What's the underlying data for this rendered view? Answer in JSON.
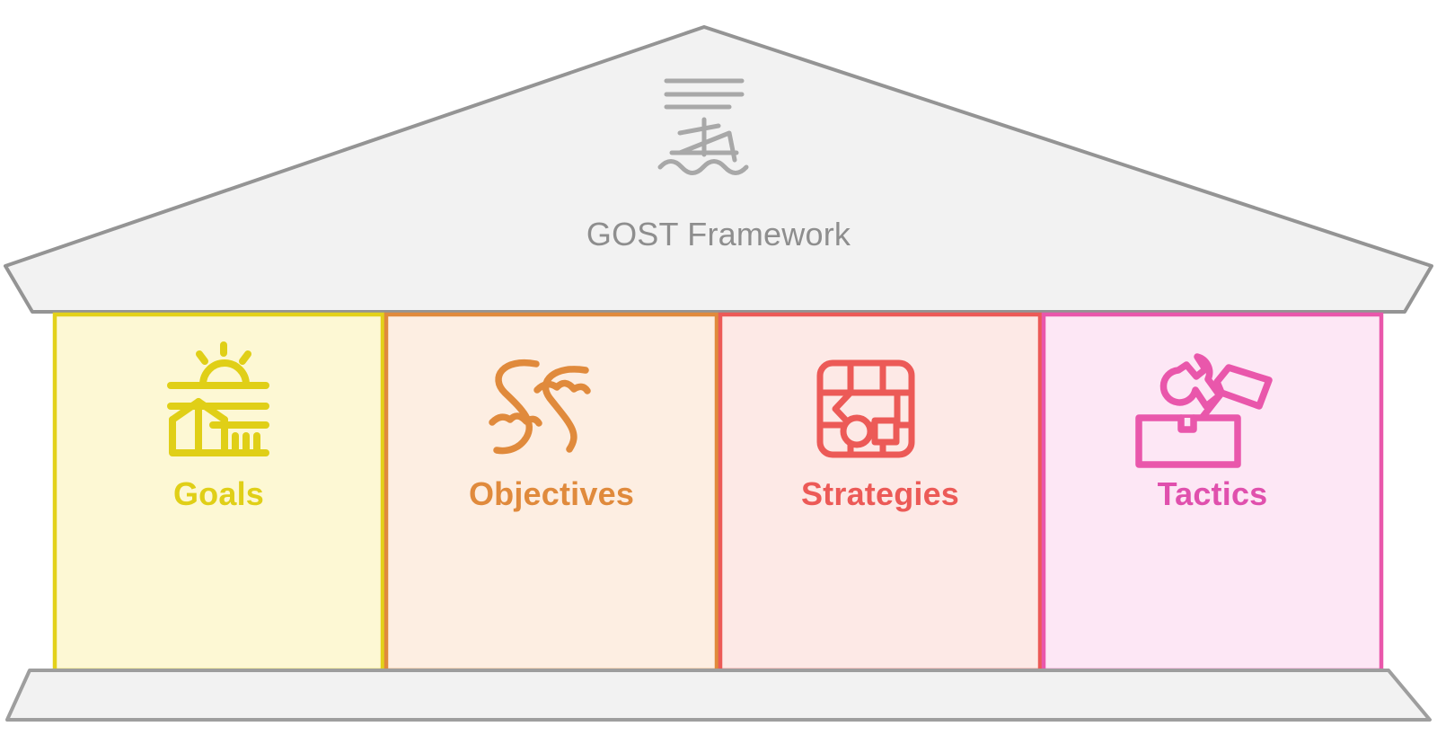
{
  "diagram": {
    "type": "temple-framework",
    "roof": {
      "icon": "sailboat-icon",
      "title": "GOST Framework",
      "fill": "#f2f2f2",
      "stroke": "#949494",
      "text_color": "#8e8e8e"
    },
    "base": {
      "fill": "#f2f2f2",
      "stroke": "#9e9e9e"
    },
    "pillars": [
      {
        "id": "goals",
        "label": "Goals",
        "icon": "sunrise-farm-icon",
        "fill": "#fdf8d4",
        "stroke": "#e3d11a",
        "text_color": "#e0cf17"
      },
      {
        "id": "objectives",
        "label": "Objectives",
        "icon": "winding-river-icon",
        "fill": "#fdeee2",
        "stroke": "#e08a3c",
        "text_color": "#e08a3c"
      },
      {
        "id": "strategies",
        "label": "Strategies",
        "icon": "flowchart-icon",
        "fill": "#fde9e6",
        "stroke": "#ec5a57",
        "text_color": "#ec5a57"
      },
      {
        "id": "tactics",
        "label": "Tactics",
        "icon": "toolbox-icon",
        "fill": "#fde7f5",
        "stroke": "#e957ab",
        "text_color": "#e050ad"
      }
    ]
  }
}
